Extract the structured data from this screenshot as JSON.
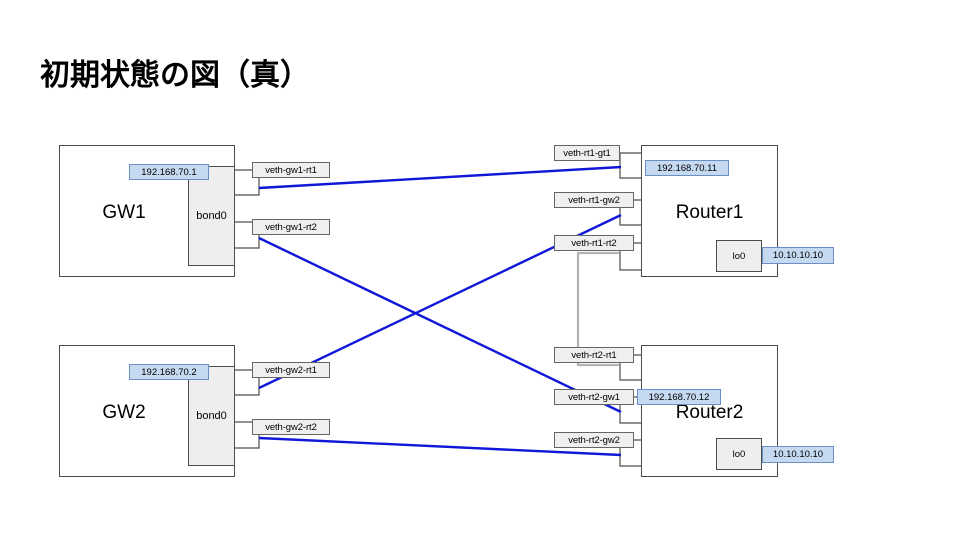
{
  "page": {
    "title": "初期状態の図（真）",
    "background": "#ffffff"
  },
  "colors": {
    "link_blue": "#1018d8",
    "link_gray": "#b3b3b3",
    "box_border": "#4d4d4d",
    "shade_fill": "#eeeeee",
    "ip_fill": "#c5d9f1",
    "ip_border": "#6b8ec4"
  },
  "nodes": {
    "gw1": {
      "name": "GW1",
      "bond": "bond0",
      "ip": "192.168.70.1",
      "interfaces": [
        {
          "label": "veth-gw1-rt1"
        },
        {
          "label": "veth-gw1-rt2"
        }
      ]
    },
    "gw2": {
      "name": "GW2",
      "bond": "bond0",
      "ip": "192.168.70.2",
      "interfaces": [
        {
          "label": "veth-gw2-rt1"
        },
        {
          "label": "veth-gw2-rt2"
        }
      ]
    },
    "router1": {
      "name": "Router1",
      "ip": "192.168.70.11",
      "loopback_name": "lo0",
      "loopback_ip": "10.10.10.10",
      "interfaces": [
        {
          "label": "veth-rt1-gt1"
        },
        {
          "label": "veth-rt1-gw2"
        },
        {
          "label": "veth-rt1-rt2"
        }
      ]
    },
    "router2": {
      "name": "Router2",
      "ip": "192.168.70.12",
      "loopback_name": "lo0",
      "loopback_ip": "10.10.10.10",
      "interfaces": [
        {
          "label": "veth-rt2-rt1"
        },
        {
          "label": "veth-rt2-gw1"
        },
        {
          "label": "veth-rt2-gw2"
        }
      ]
    }
  },
  "links": [
    {
      "from": "veth-gw1-rt1",
      "to": "veth-rt1-gt1",
      "color": "blue"
    },
    {
      "from": "veth-gw1-rt2",
      "to": "veth-rt2-gw1",
      "color": "blue"
    },
    {
      "from": "veth-gw2-rt1",
      "to": "veth-rt1-gw2",
      "color": "blue"
    },
    {
      "from": "veth-gw2-rt2",
      "to": "veth-rt2-gw2",
      "color": "blue"
    },
    {
      "from": "veth-rt1-rt2",
      "to": "veth-rt2-rt1",
      "color": "gray"
    }
  ]
}
